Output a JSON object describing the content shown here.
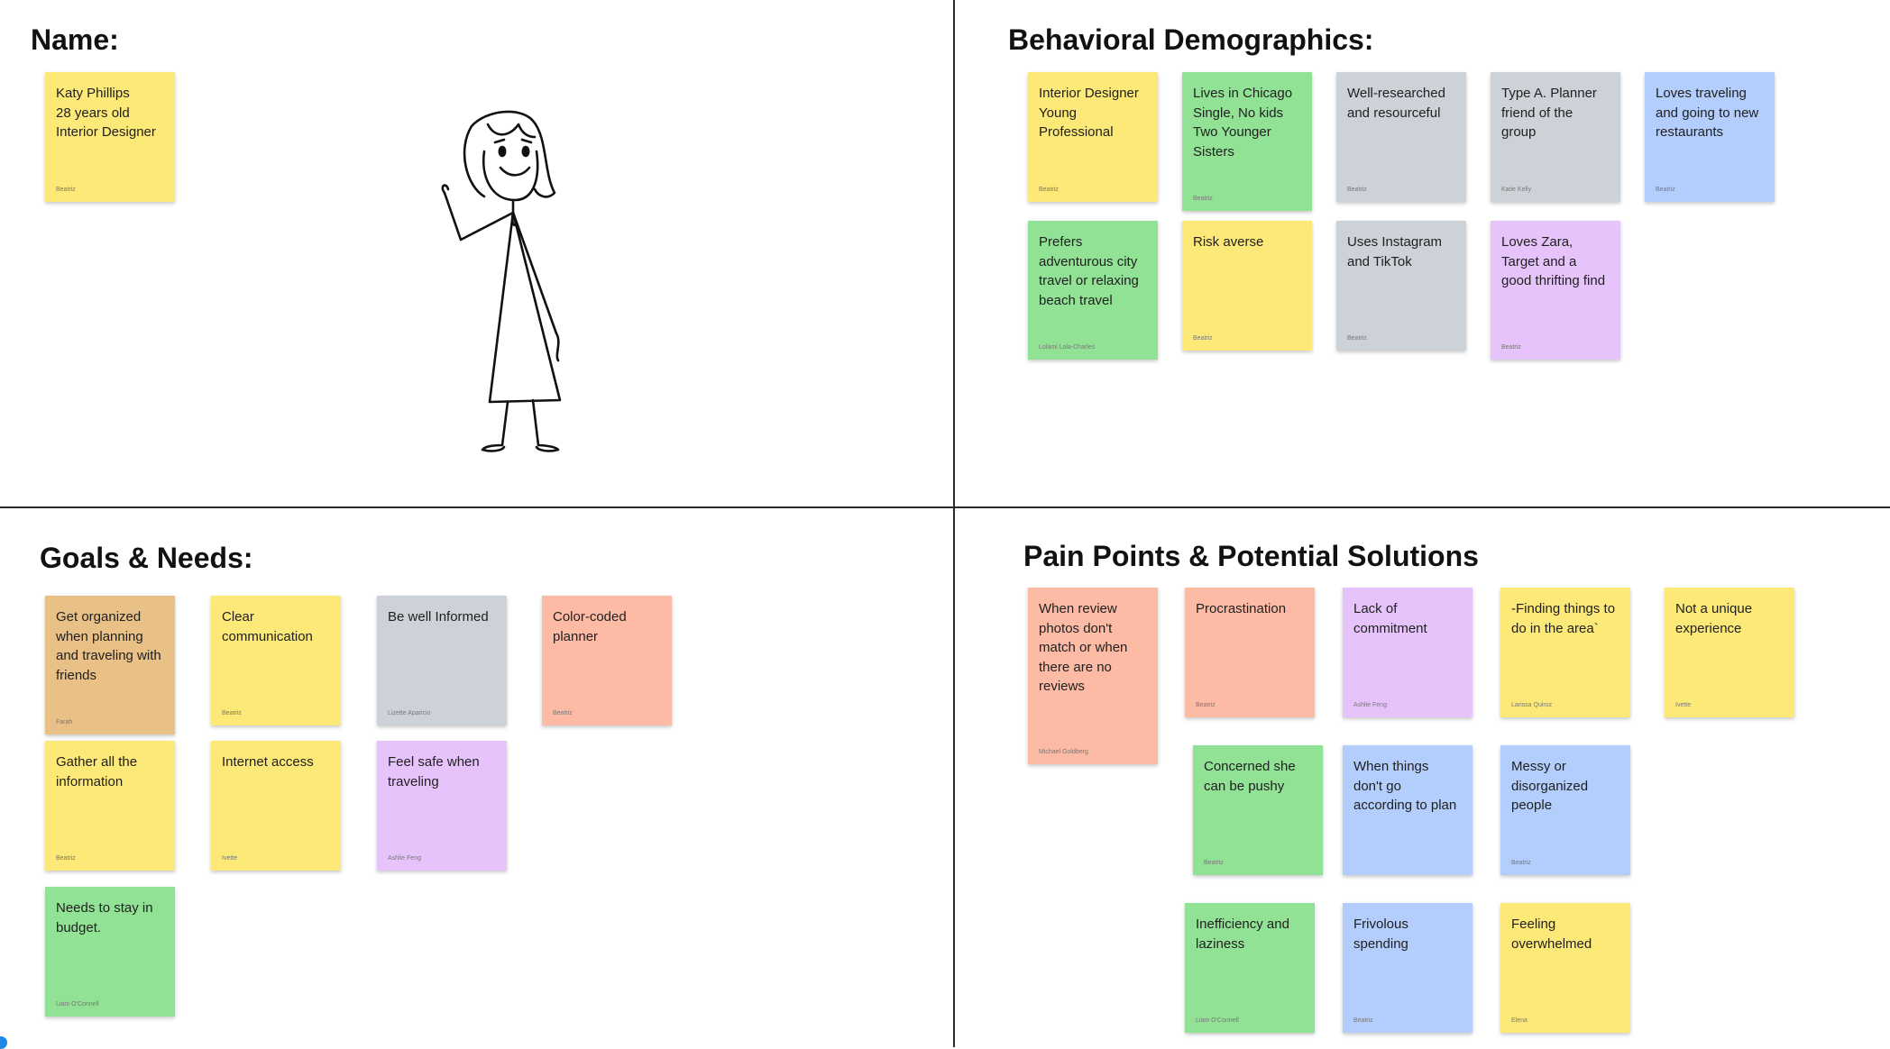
{
  "colors": {
    "yellow": "#fde977",
    "green": "#92e296",
    "gray": "#cdd2d8",
    "blue": "#b3cdfd",
    "purple": "#e6c4fb",
    "salmon": "#fdbba5",
    "tan": "#e9c187"
  },
  "quadrants": {
    "name": {
      "title": "Name:",
      "illustration": "woman-waving-stick-figure-icon",
      "stickies": [
        {
          "color": "yellow",
          "text": "Katy Phillips\n28 years old\nInterior Designer",
          "author": "Beatriz"
        }
      ]
    },
    "behavioral": {
      "title": "Behavioral Demographics:",
      "stickies": [
        {
          "color": "yellow",
          "text": "Interior Designer\nYoung\nProfessional",
          "author": "Beatriz"
        },
        {
          "color": "green",
          "text": "Lives in Chicago\nSingle, No kids\nTwo Younger\nSisters",
          "author": "Beatriz"
        },
        {
          "color": "gray",
          "text": "Well-researched\nand resourceful",
          "author": "Beatriz"
        },
        {
          "color": "gray",
          "text": "Type A. Planner\nfriend of the\ngroup",
          "author": "Katie Kelly"
        },
        {
          "color": "blue",
          "text": "Loves traveling\nand going to new\nrestaurants",
          "author": "Beatriz"
        },
        {
          "color": "green",
          "text": "Prefers\nadventurous city\ntravel or relaxing\nbeach travel",
          "author": "Lolami Lola-Charles"
        },
        {
          "color": "yellow",
          "text": "Risk averse",
          "author": "Beatriz"
        },
        {
          "color": "gray",
          "text": "Uses Instagram\nand TikTok",
          "author": "Beatriz"
        },
        {
          "color": "purple",
          "text": "Loves Zara,\nTarget and a\ngood thrifting find",
          "author": "Beatriz"
        }
      ]
    },
    "goals": {
      "title": "Goals & Needs:",
      "stickies": [
        {
          "color": "tan",
          "text": "Get organized\nwhen planning\nand traveling with\nfriends",
          "author": "Farah"
        },
        {
          "color": "yellow",
          "text": "Clear\ncommunication",
          "author": "Beatriz"
        },
        {
          "color": "gray",
          "text": "Be well  Informed",
          "author": "Lizette Aparicio"
        },
        {
          "color": "salmon",
          "text": "Color-coded\nplanner",
          "author": "Beatriz"
        },
        {
          "color": "yellow",
          "text": "Gather all the\ninformation",
          "author": "Beatriz"
        },
        {
          "color": "yellow",
          "text": "Internet access",
          "author": "Ivette"
        },
        {
          "color": "purple",
          "text": "Feel safe when\ntraveling",
          "author": "Ashlie Feng"
        },
        {
          "color": "green",
          "text": "Needs to stay in\nbudget.",
          "author": "Liam O'Connell"
        }
      ]
    },
    "pain": {
      "title": "Pain Points & Potential Solutions",
      "stickies": [
        {
          "color": "salmon",
          "text": "When review\nphotos don't\nmatch or when\nthere are no\nreviews",
          "author": "Michael Goldberg"
        },
        {
          "color": "salmon",
          "text": "Procrastination",
          "author": "Beatriz"
        },
        {
          "color": "purple",
          "text": "Lack of\ncommitment",
          "author": "Ashlie Feng"
        },
        {
          "color": "yellow",
          "text": "-Finding things to\ndo in the area`",
          "author": "Larissa Quiroz"
        },
        {
          "color": "yellow",
          "text": "Not a unique\nexperience",
          "author": "Ivette"
        },
        {
          "color": "green",
          "text": "Concerned she\ncan be pushy",
          "author": "Beatriz"
        },
        {
          "color": "blue",
          "text": "When things\ndon't go\naccording to plan",
          "author": ""
        },
        {
          "color": "blue",
          "text": "Messy or\ndisorganized\npeople",
          "author": "Beatriz"
        },
        {
          "color": "green",
          "text": "Inefficiency and\nlaziness",
          "author": "Liam O'Connell"
        },
        {
          "color": "blue",
          "text": "Frivolous\nspending",
          "author": "Beatriz"
        },
        {
          "color": "yellow",
          "text": "Feeling\noverwhelmed",
          "author": "Elena"
        }
      ]
    }
  }
}
